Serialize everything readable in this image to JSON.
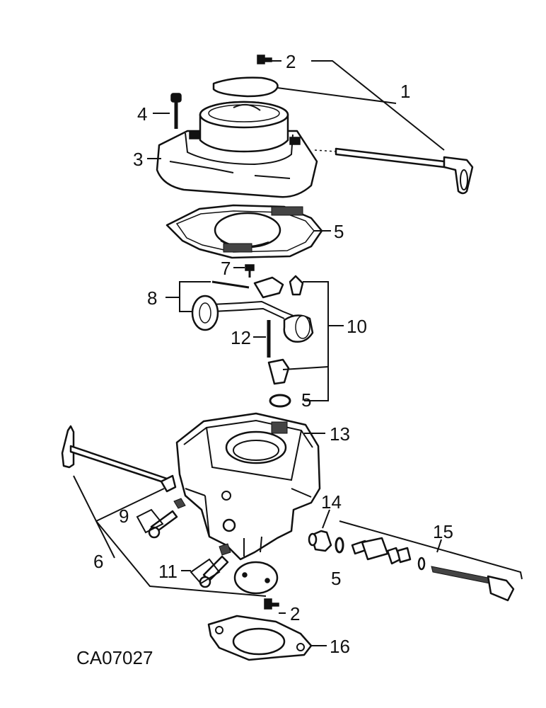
{
  "diagram": {
    "drawing_code": "CA07027",
    "callouts": {
      "c1": "1",
      "c2_top": "2",
      "c2_bottom": "2",
      "c3": "3",
      "c4": "4",
      "c5_gasket": "5",
      "c5_seat": "5",
      "c5_washer": "5",
      "c6": "6",
      "c7": "7",
      "c8": "8",
      "c9": "9",
      "c10": "10",
      "c11": "11",
      "c12": "12",
      "c13": "13",
      "c14": "14",
      "c15": "15",
      "c16": "16"
    }
  }
}
